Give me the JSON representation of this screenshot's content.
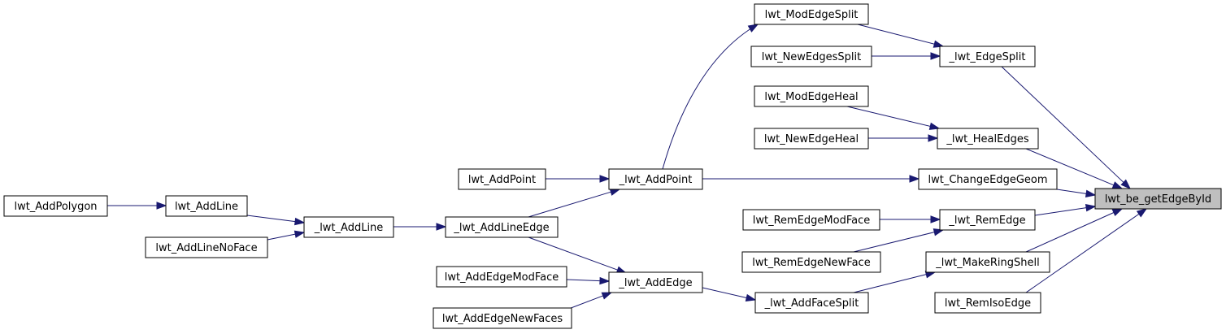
{
  "diagram": {
    "type": "call-graph",
    "focus_fill": "#bfbfbf",
    "edge_color": "#191970",
    "nodes": [
      {
        "id": "getEdgeById",
        "label": "lwt_be_getEdgeById",
        "focus": true
      },
      {
        "id": "ModEdgeSplit",
        "label": "lwt_ModEdgeSplit"
      },
      {
        "id": "NewEdgesSplit",
        "label": "lwt_NewEdgesSplit"
      },
      {
        "id": "EdgeSplit",
        "label": "_lwt_EdgeSplit"
      },
      {
        "id": "ModEdgeHeal",
        "label": "lwt_ModEdgeHeal"
      },
      {
        "id": "NewEdgeHeal",
        "label": "lwt_NewEdgeHeal"
      },
      {
        "id": "HealEdges",
        "label": "_lwt_HealEdges"
      },
      {
        "id": "AddPoint",
        "label": "lwt_AddPoint"
      },
      {
        "id": "_AddPoint",
        "label": "_lwt_AddPoint"
      },
      {
        "id": "ChangeEdgeGeom",
        "label": "lwt_ChangeEdgeGeom"
      },
      {
        "id": "AddPolygon",
        "label": "lwt_AddPolygon"
      },
      {
        "id": "AddLine",
        "label": "lwt_AddLine"
      },
      {
        "id": "_AddLine",
        "label": "_lwt_AddLine"
      },
      {
        "id": "AddLineEdge",
        "label": "_lwt_AddLineEdge"
      },
      {
        "id": "AddLineNoFace",
        "label": "lwt_AddLineNoFace"
      },
      {
        "id": "RemEdgeModFace",
        "label": "lwt_RemEdgeModFace"
      },
      {
        "id": "RemEdge",
        "label": "_lwt_RemEdge"
      },
      {
        "id": "RemEdgeNewFace",
        "label": "lwt_RemEdgeNewFace"
      },
      {
        "id": "MakeRingShell",
        "label": "_lwt_MakeRingShell"
      },
      {
        "id": "AddEdgeModFace",
        "label": "lwt_AddEdgeModFace"
      },
      {
        "id": "_AddEdge",
        "label": "_lwt_AddEdge"
      },
      {
        "id": "AddEdgeNewFaces",
        "label": "lwt_AddEdgeNewFaces"
      },
      {
        "id": "AddFaceSplit",
        "label": "_lwt_AddFaceSplit"
      },
      {
        "id": "RemIsoEdge",
        "label": "lwt_RemIsoEdge"
      }
    ],
    "edges": [
      {
        "from": "ModEdgeSplit",
        "to": "EdgeSplit"
      },
      {
        "from": "NewEdgesSplit",
        "to": "EdgeSplit"
      },
      {
        "from": "EdgeSplit",
        "to": "getEdgeById"
      },
      {
        "from": "ModEdgeHeal",
        "to": "HealEdges"
      },
      {
        "from": "NewEdgeHeal",
        "to": "HealEdges"
      },
      {
        "from": "HealEdges",
        "to": "getEdgeById"
      },
      {
        "from": "AddPoint",
        "to": "_AddPoint"
      },
      {
        "from": "_AddPoint",
        "to": "ModEdgeSplit"
      },
      {
        "from": "_AddPoint",
        "to": "ChangeEdgeGeom"
      },
      {
        "from": "ChangeEdgeGeom",
        "to": "getEdgeById"
      },
      {
        "from": "AddPolygon",
        "to": "AddLine"
      },
      {
        "from": "AddLine",
        "to": "_AddLine"
      },
      {
        "from": "AddLineNoFace",
        "to": "_AddLine"
      },
      {
        "from": "_AddLine",
        "to": "AddLineEdge"
      },
      {
        "from": "AddLineEdge",
        "to": "_AddPoint"
      },
      {
        "from": "AddLineEdge",
        "to": "_AddEdge"
      },
      {
        "from": "RemEdgeModFace",
        "to": "RemEdge"
      },
      {
        "from": "RemEdgeNewFace",
        "to": "RemEdge"
      },
      {
        "from": "RemEdge",
        "to": "getEdgeById"
      },
      {
        "from": "MakeRingShell",
        "to": "getEdgeById"
      },
      {
        "from": "AddEdgeModFace",
        "to": "_AddEdge"
      },
      {
        "from": "AddEdgeNewFaces",
        "to": "_AddEdge"
      },
      {
        "from": "_AddEdge",
        "to": "AddFaceSplit"
      },
      {
        "from": "AddFaceSplit",
        "to": "MakeRingShell"
      },
      {
        "from": "RemIsoEdge",
        "to": "getEdgeById"
      }
    ]
  }
}
